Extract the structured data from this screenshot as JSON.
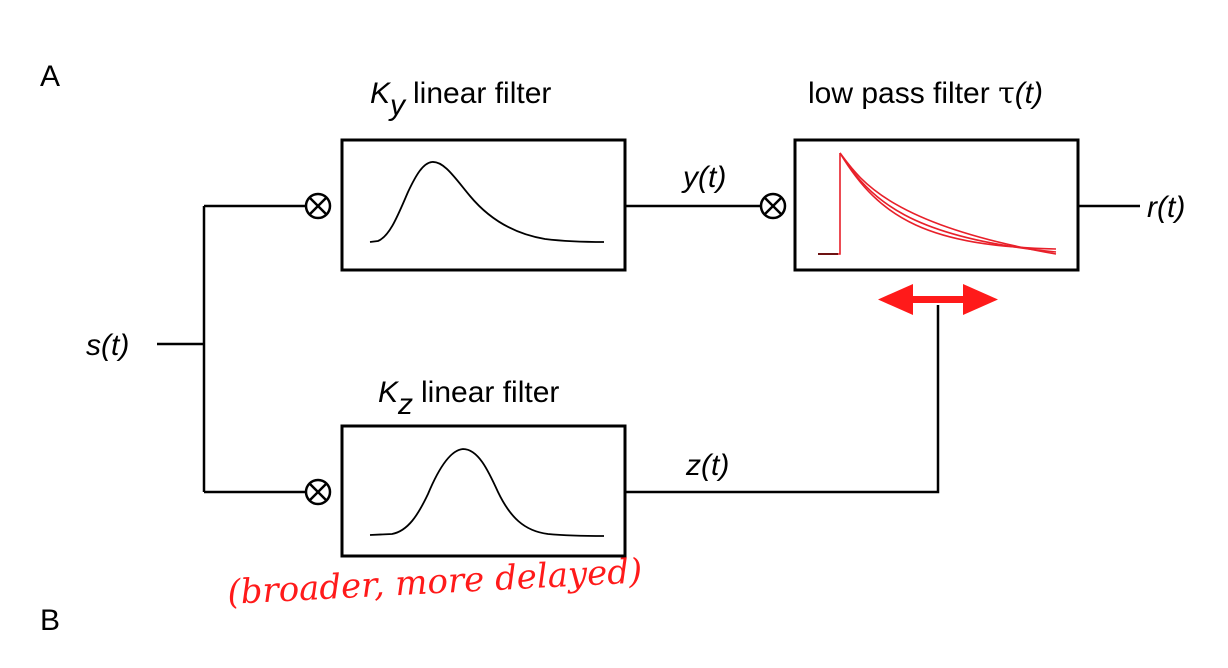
{
  "panels": {
    "a": "A",
    "b": "B"
  },
  "signals": {
    "input": "s(t)",
    "y": "y(t)",
    "z": "z(t)",
    "output": "r(t)"
  },
  "blocks": {
    "ky": {
      "symbol": "K",
      "subscript": "y",
      "text": "linear filter"
    },
    "kz": {
      "symbol": "K",
      "subscript": "z",
      "text": "linear filter"
    },
    "lowpass": {
      "text": "low pass filter ",
      "tau": "τ",
      "arg": "(t)"
    }
  },
  "annotation": "(broader, more delayed)",
  "colors": {
    "ink": "#000000",
    "accent": "#ff1a1a",
    "filter_curves": "#e8202a"
  },
  "icons": {
    "multiplier": "circled-times-icon",
    "control": "double-arrow-icon"
  }
}
